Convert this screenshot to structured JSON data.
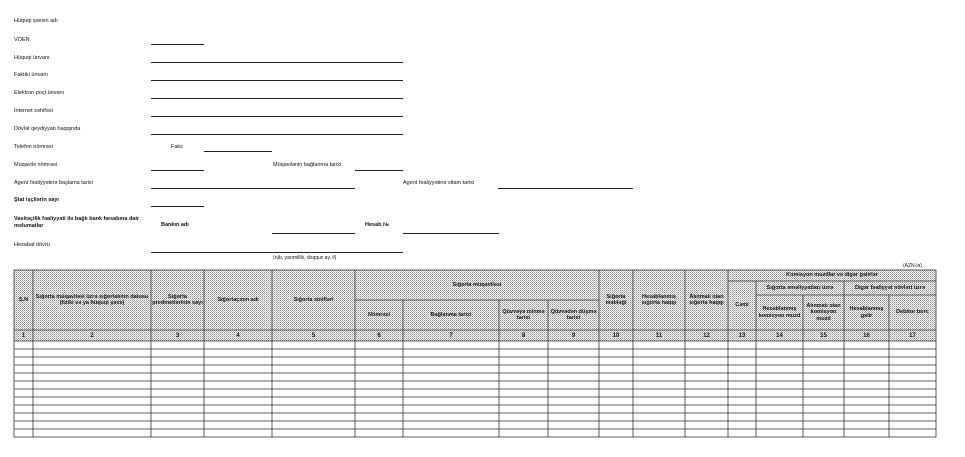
{
  "form": {
    "fields": [
      {
        "id": "company",
        "label": "Hüquqi şəxsin adı"
      },
      {
        "id": "voen",
        "label": "VÖEN"
      },
      {
        "id": "legal_address",
        "label": "Hüquqi ünvanı"
      },
      {
        "id": "actual_address",
        "label": "Faktiki ünvanı"
      },
      {
        "id": "email",
        "label": "Elektron poçt ünvanı"
      },
      {
        "id": "website",
        "label": "İnternet səhifəsi"
      },
      {
        "id": "registry",
        "label": "Dövlət qeydiyyatı haqqında"
      },
      {
        "id": "phone",
        "label": "Telefon nömrəsi"
      },
      {
        "id": "contract_no",
        "label": "Müqavilə nömrəsi"
      },
      {
        "id": "contract_date",
        "label": "Müqavilənin bağlanma tarixi"
      },
      {
        "id": "activity_start",
        "label": "Agent fəaliyyətinə başlama tarixi"
      },
      {
        "id": "activity_end",
        "label": "Agent fəaliyyətinə xitam tarixi"
      },
      {
        "id": "staff",
        "label": "Ştat işçilərin sayı"
      },
      {
        "id": "bank_info",
        "label": "Vasitəçilik fəaliyyəti ilə bağlı bank hesabına dair məlumatlar"
      },
      {
        "id": "report_period",
        "label": "Hesabat dövrü"
      }
    ],
    "fax_label": "Faks",
    "bank_name_label": "Bankın adı",
    "account_label": "Hesab №",
    "period_note": "(rüb, yarımillik, doqquz ay, il)",
    "currency_note": "(AZN-lə)"
  },
  "table": {
    "headers": {
      "sn": "S.N",
      "policyholder": "Sığorta müqaviləsi üzrə sığortalının datusu (fiziki və ya hüquqi şəxs)",
      "object_count": "Sığorta predmetlərinin sayı",
      "insurer": "Sığortaçının adı",
      "class": "Sığorta sinifləri",
      "contract_group": "Sığorta müqaviləsi",
      "number": "Nömrəsi",
      "signed_date": "Bağlanma tarixi",
      "effective_date": "Qüvvəyə minmə tarixi",
      "expiry_date": "Qüvvədən düşmə tarixi",
      "sum_insured": "Sığorta məbləği",
      "premium_calc": "Hesablanmış sığorta haqqı",
      "premium_recv": "Alınmalı olan sığorta haqqı",
      "commission_group": "Komisyon muzdlar və digər gəlirlər",
      "total": "Cəmi",
      "ins_ops": "Sığorta əməliyyatları üzrə",
      "other_ops": "Digər fəaliyyət növləri üzrə",
      "comm_calc": "Hesablanmış komisyon muzd",
      "comm_recv": "Alınmalı olan komisyon muzd",
      "income_calc": "Hesablanmış gəlir",
      "receivables": "Debitor borc"
    },
    "column_numbers": [
      "1",
      "2",
      "3",
      "4",
      "5",
      "6",
      "7",
      "8",
      "9",
      "10",
      "11",
      "12",
      "13",
      "14",
      "15",
      "16",
      "17"
    ],
    "empty_rows": 12
  }
}
